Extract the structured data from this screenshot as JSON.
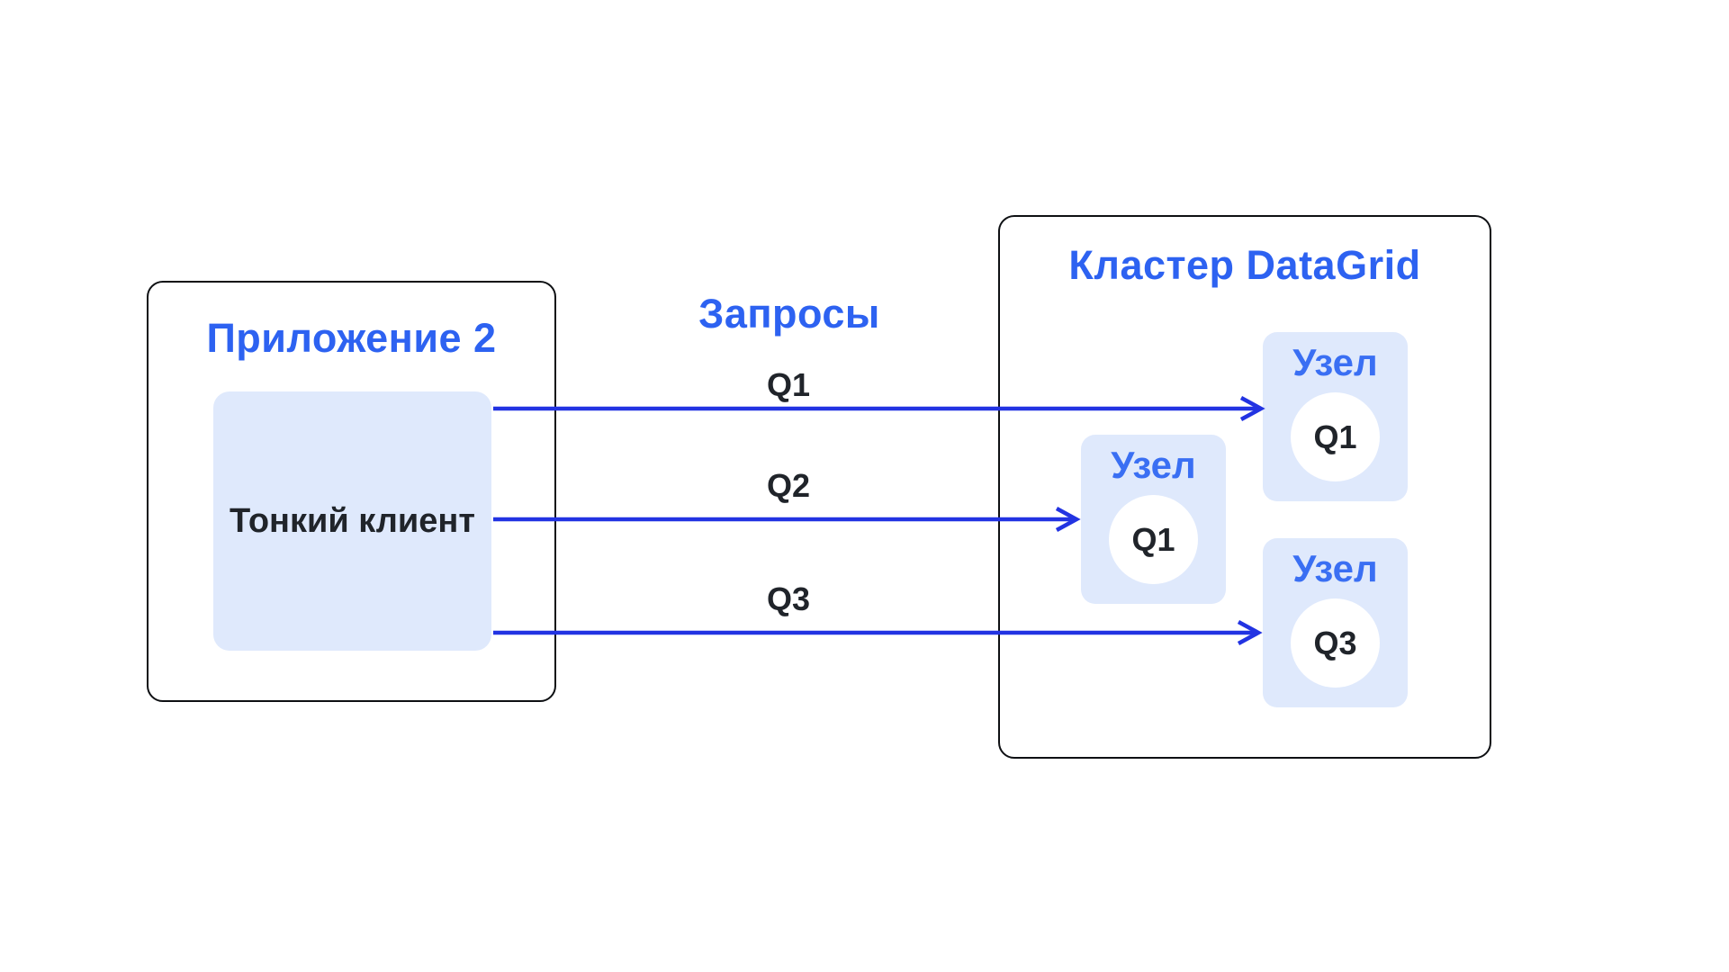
{
  "diagram": {
    "application": {
      "title": "Приложение 2",
      "client_label": "Тонкий клиент"
    },
    "requests": {
      "title": "Запросы",
      "labels": [
        "Q1",
        "Q2",
        "Q3"
      ]
    },
    "cluster": {
      "title": "Кластер DataGrid",
      "nodes": [
        {
          "label": "Узел",
          "query": "Q1"
        },
        {
          "label": "Узел",
          "query": "Q1"
        },
        {
          "label": "Узел",
          "query": "Q3"
        }
      ]
    },
    "colors": {
      "title_blue": "#2d62f1",
      "node_label_blue": "#3a6ff3",
      "arrow_blue": "#2233e2",
      "panel_fill": "#dfe9fc",
      "text_dark": "#20242a",
      "border_dark": "#0e1013",
      "background": "#ffffff"
    }
  }
}
